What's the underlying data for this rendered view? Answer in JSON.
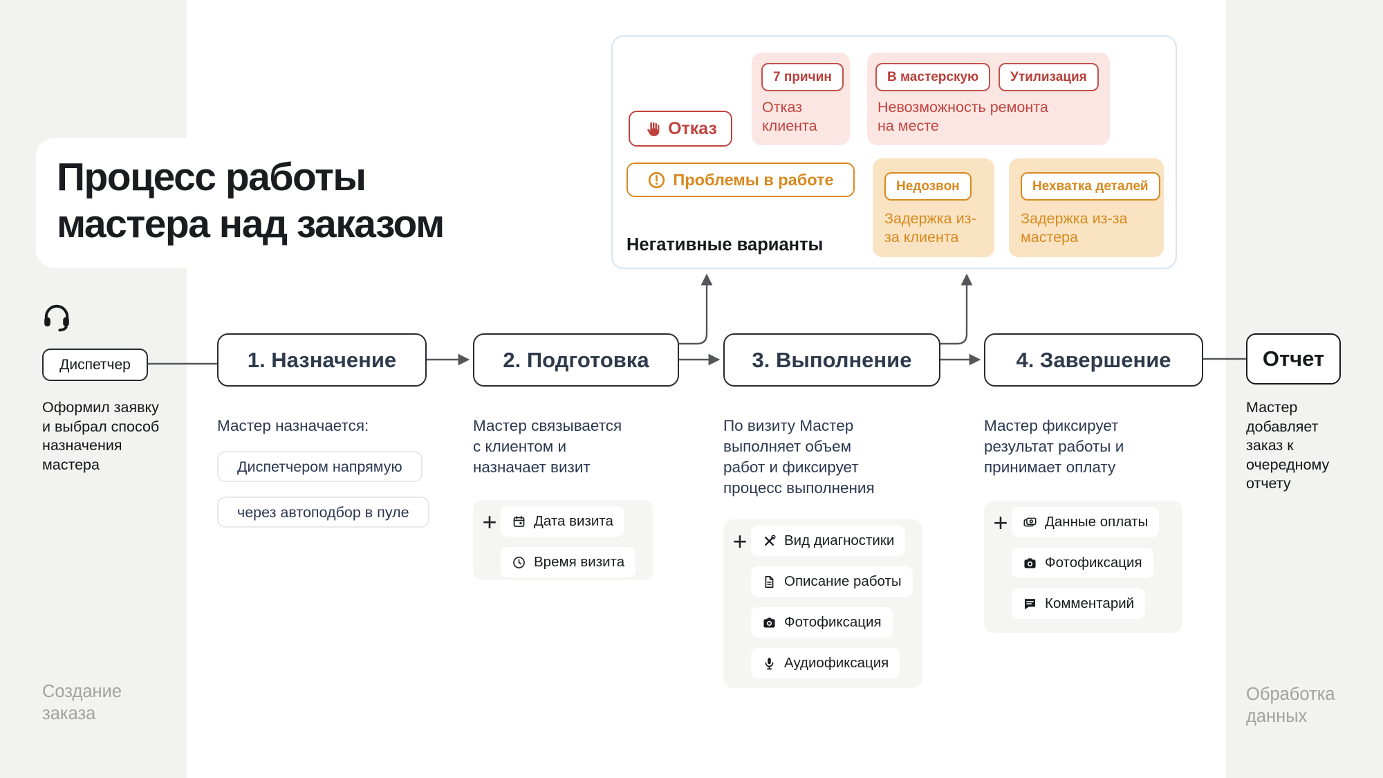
{
  "page": {
    "title": "Процесс работы\nмастера над заказом",
    "corner_left": "Создание\nзаказа",
    "corner_right": "Обработка\nданных",
    "colors": {
      "band": "#f2f2f0",
      "red": "#c0443e",
      "red_bg": "#fce6e3",
      "orange": "#d8891f",
      "orange_bg": "#f9e3c2",
      "slate": "#2f3a4d",
      "line": "#54565a",
      "panel_border": "#d6e4f0",
      "muted": "#a2a2a0"
    }
  },
  "panel": {
    "title": "Негативные варианты",
    "refusal_button": {
      "label": "Отказ",
      "icon": "hand-stop-icon"
    },
    "problems_button": {
      "label": "Проблемы в работе",
      "icon": "alert-circle-icon"
    },
    "cards": [
      {
        "tone": "red",
        "chips": [
          "7 причин"
        ],
        "label": "Отказ\nклиента"
      },
      {
        "tone": "red",
        "chips": [
          "В мастерскую",
          "Утилизация"
        ],
        "label": "Невозможность ремонта\nна месте"
      },
      {
        "tone": "orange",
        "chips": [
          "Недозвон"
        ],
        "label": "Задержка из-\nза клиента"
      },
      {
        "tone": "orange",
        "chips": [
          "Нехватка деталей"
        ],
        "label": "Задержка из-за\nмастера"
      }
    ]
  },
  "flow": {
    "dispatcher": {
      "label": "Диспетчер",
      "icon": "headset-icon",
      "description": "Оформил заявку\nи выбрал способ\nназначения\nмастера"
    },
    "report": {
      "label": "Отчет",
      "description": "Мастер\nдобавляет\nзаказ к\nочередному\nотчету"
    },
    "add_label": "+",
    "steps": [
      {
        "label": "1. Назначение",
        "subtitle": "Мастер назначается:",
        "options": [
          "Диспетчером напрямую",
          "через автоподбор в пуле"
        ]
      },
      {
        "label": "2. Подготовка",
        "subtitle": "Мастер связывается\nс клиентом и\nназначает визит",
        "items": [
          {
            "icon": "calendar-icon",
            "label": "Дата визита"
          },
          {
            "icon": "clock-icon",
            "label": "Время визита"
          }
        ]
      },
      {
        "label": "3. Выполнение",
        "subtitle": "По визиту Мастер\nвыполняет объем\nработ и фиксирует\nпроцесс выполнения",
        "items": [
          {
            "icon": "tools-icon",
            "label": "Вид диагностики"
          },
          {
            "icon": "document-icon",
            "label": "Описание работы"
          },
          {
            "icon": "camera-icon",
            "label": "Фотофиксация"
          },
          {
            "icon": "microphone-icon",
            "label": "Аудиофиксация"
          }
        ]
      },
      {
        "label": "4. Завершение",
        "subtitle": "Мастер фиксирует\nрезультат работы и\nпринимает оплату",
        "items": [
          {
            "icon": "payment-icon",
            "label": "Данные оплаты"
          },
          {
            "icon": "camera-icon",
            "label": "Фотофиксация"
          },
          {
            "icon": "comment-icon",
            "label": "Комментарий"
          }
        ]
      }
    ]
  }
}
